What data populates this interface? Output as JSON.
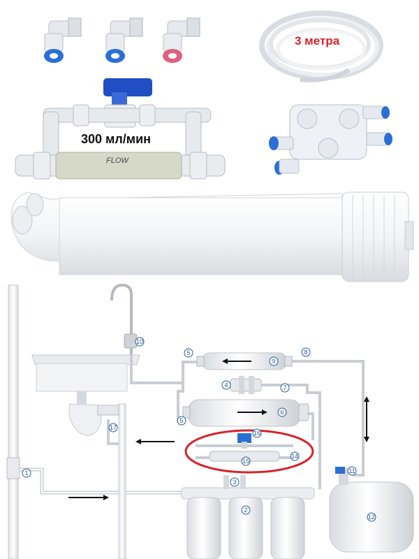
{
  "products": {
    "tube_label": "3 метра",
    "flow_rate_label": "300 мл/мин",
    "flow_text": "FLOW"
  },
  "diagram": {
    "numbers": [
      "1",
      "2",
      "3",
      "4",
      "5",
      "5",
      "6",
      "7",
      "8",
      "9",
      "10",
      "11",
      "12",
      "14",
      "15",
      "16",
      "17"
    ]
  },
  "colors": {
    "accent_red": "#d8232a",
    "blue_ring": "#2a6fd6",
    "pink_ring": "#e06080",
    "number_blue": "#2a5a9a"
  }
}
